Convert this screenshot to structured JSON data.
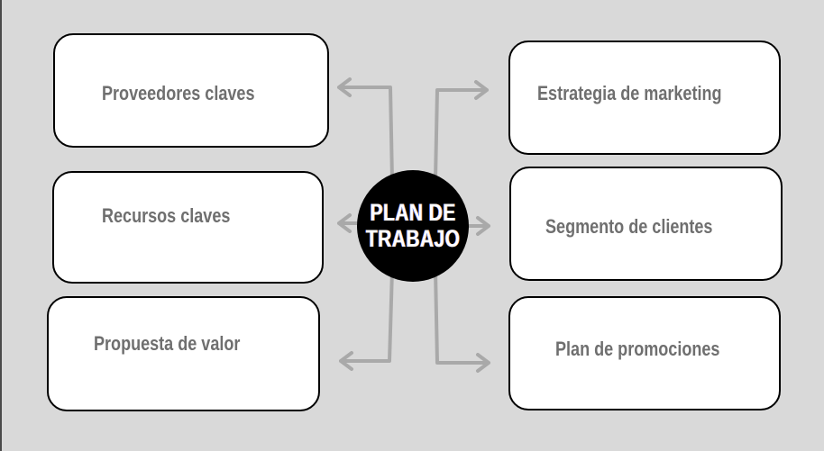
{
  "center": {
    "line1": "PLAN DE",
    "line2": "TRABAJO"
  },
  "left_boxes": [
    "Proveedores claves",
    "Recursos claves",
    "Propuesta de valor"
  ],
  "right_boxes": [
    "Estrategia de marketing",
    "Segmento de clientes",
    "Plan de promociones"
  ]
}
